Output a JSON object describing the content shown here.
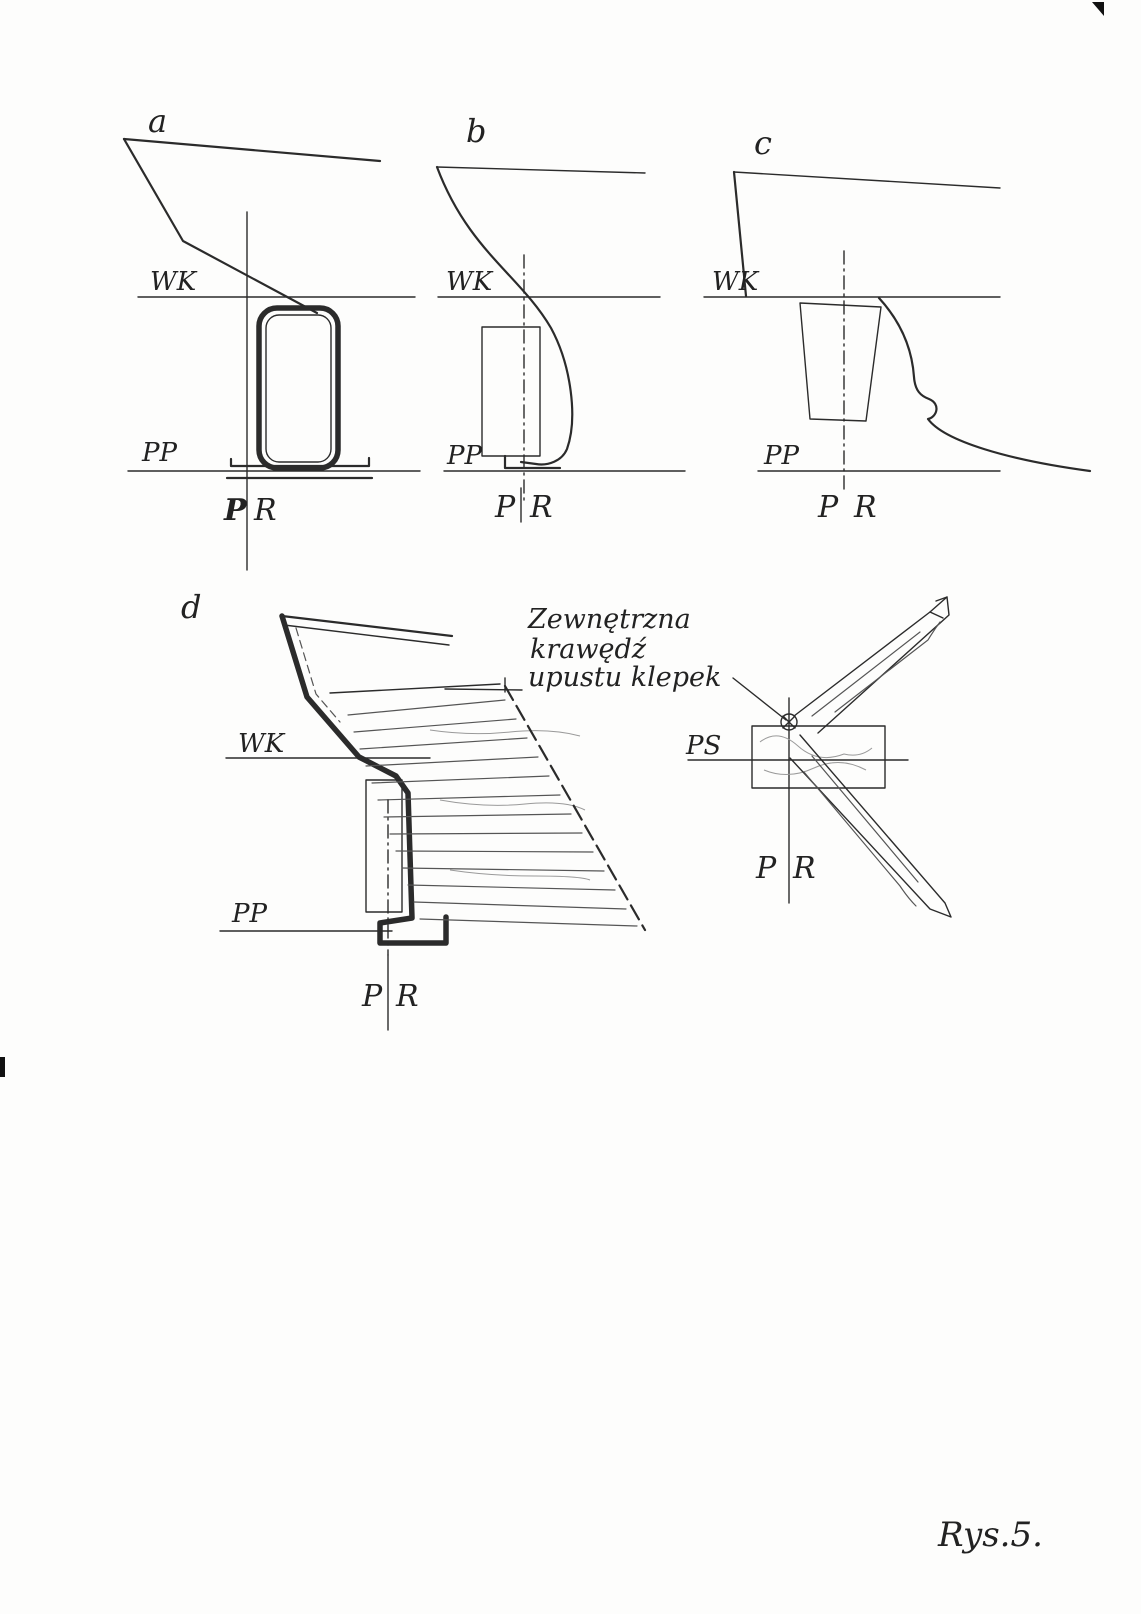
{
  "caption": "Rys.5.",
  "fig_a": {
    "label": "a",
    "wk": "WK",
    "pp": "PP",
    "p": "P",
    "r": "R"
  },
  "fig_b": {
    "label": "b",
    "wk": "WK",
    "pp": "PP",
    "p": "P",
    "r": "R"
  },
  "fig_c": {
    "label": "c",
    "wk": "WK",
    "pp": "PP",
    "p": "P",
    "r": "R"
  },
  "fig_d": {
    "label": "d",
    "wk": "WK",
    "pp": "PP",
    "p": "P",
    "r": "R",
    "annotation": [
      "Zewnętrzna",
      "krawędź",
      "upustu klepek"
    ]
  },
  "fig_prop": {
    "ps": "PS",
    "p": "P",
    "r": "R"
  }
}
